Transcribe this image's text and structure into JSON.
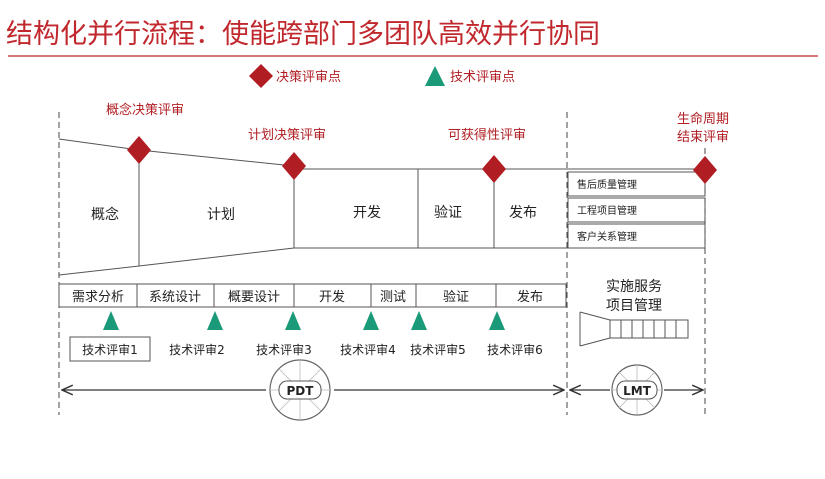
{
  "title": "结构化并行流程：使能跨部门多团队高效并行协同",
  "legend": [
    {
      "label": "决策评审点",
      "icon": "diamond-icon",
      "color": "#b01e23"
    },
    {
      "label": "技术评审点",
      "icon": "triangle-icon",
      "color": "#1a9a78"
    }
  ],
  "decision_reviews": [
    "概念决策评审",
    "计划决策评审",
    "可获得性评审",
    "生命周期\n结束评审"
  ],
  "phases": [
    "概念",
    "计划",
    "开发",
    "验证",
    "发布"
  ],
  "lifecycle_items": [
    "售后质量管理",
    "工程项目管理",
    "客户关系管理"
  ],
  "sub_phases": [
    "需求分析",
    "系统设计",
    "概要设计",
    "开发",
    "测试",
    "验证",
    "发布"
  ],
  "tech_reviews": [
    "技术评审1",
    "技术评审2",
    "技术评审3",
    "技术评审4",
    "技术评审5",
    "技术评审6"
  ],
  "service": "实施服务\n项目管理",
  "badges": [
    "PDT",
    "LMT"
  ],
  "colors": {
    "title": "#c0282d",
    "accent_red": "#b01e23",
    "accent_green": "#1a9a78",
    "line": "#555555"
  }
}
